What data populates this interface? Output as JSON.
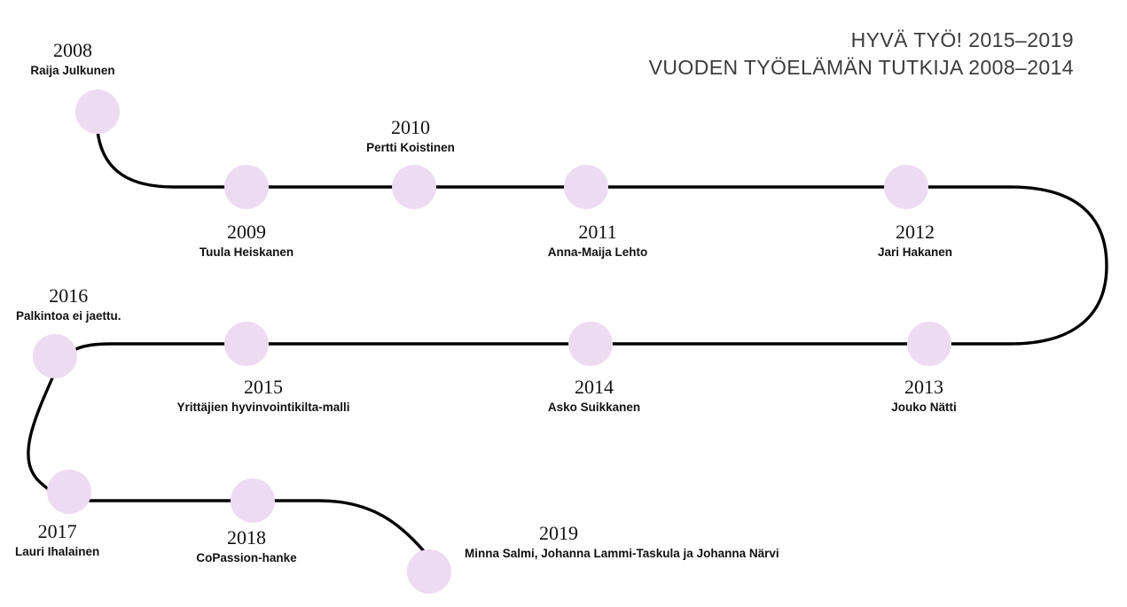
{
  "header": {
    "line1": "HYVÄ TYÖ! 2015–2019",
    "line2": "VUODEN TYÖELÄMÄN TUTKIJA 2008–2014"
  },
  "theme": {
    "node_color": "#eddbf2",
    "line_color": "#000000",
    "title_color": "#3b3b3b",
    "text_color": "#111111",
    "background": "#ffffff"
  },
  "timeline": {
    "nodes": [
      {
        "year": "2008",
        "person": "Raija Julkunen"
      },
      {
        "year": "2009",
        "person": "Tuula Heiskanen"
      },
      {
        "year": "2010",
        "person": "Pertti Koistinen"
      },
      {
        "year": "2011",
        "person": "Anna-Maija Lehto"
      },
      {
        "year": "2012",
        "person": "Jari Hakanen"
      },
      {
        "year": "2013",
        "person": "Jouko Nätti"
      },
      {
        "year": "2014",
        "person": "Asko Suikkanen"
      },
      {
        "year": "2015",
        "person": "Yrittäjien hyvinvointikilta-malli"
      },
      {
        "year": "2016",
        "person": "Palkintoa ei jaettu."
      },
      {
        "year": "2017",
        "person": "Lauri Ihalainen"
      },
      {
        "year": "2018",
        "person": "CoPassion-hanke"
      },
      {
        "year": "2019",
        "person": "Minna Salmi, Johanna Lammi-Taskula ja Johanna Närvi"
      }
    ]
  }
}
